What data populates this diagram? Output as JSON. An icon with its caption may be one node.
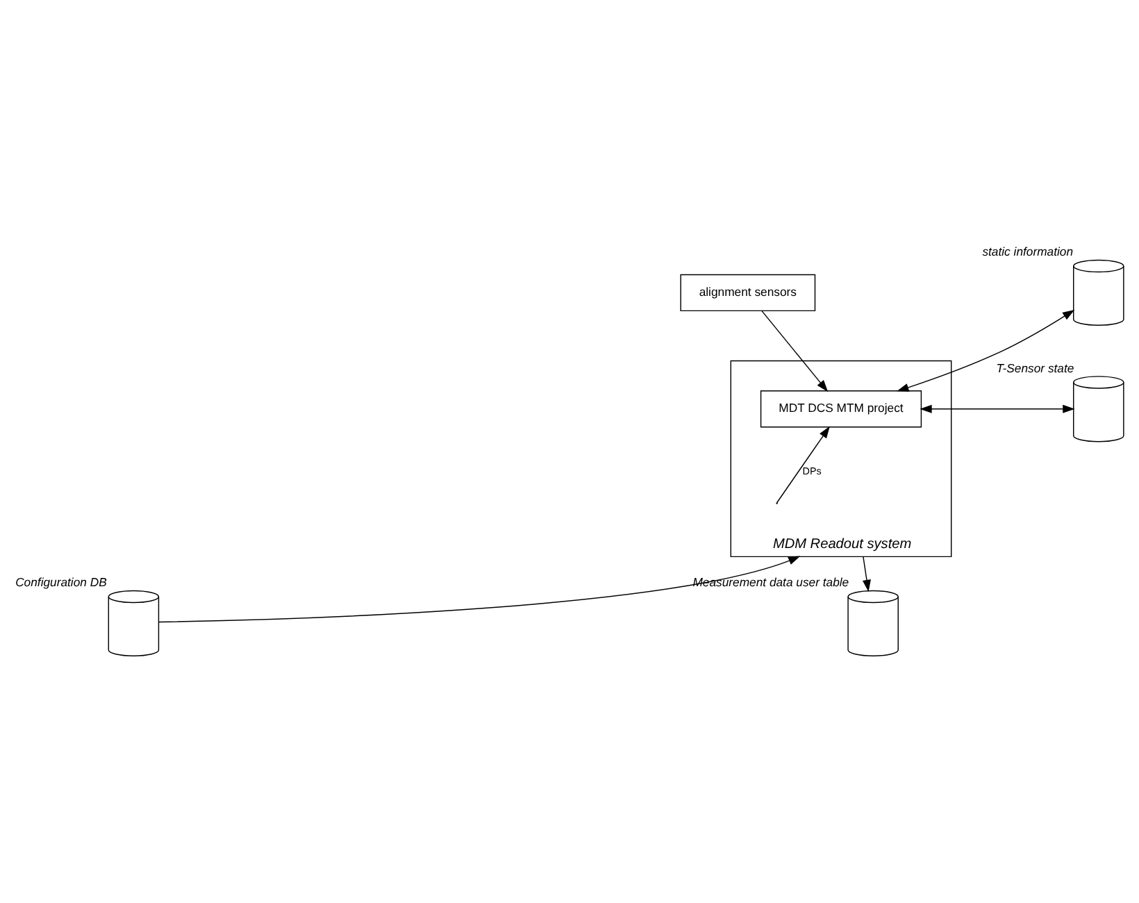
{
  "diagram": {
    "nodes": [
      {
        "text": [
          "alignment sensors"
        ]
      },
      {
        "text": [],
        "shape": "cylinder",
        "beside": [
          "static information"
        ]
      },
      {
        "text": [
          "MDM Readout system"
        ]
      },
      {
        "text": [
          "MDT DCS MTM project"
        ],
        "in": 2
      },
      {
        "text": [],
        "shape": "cylinder",
        "beside": [
          "T-Sensor state"
        ]
      },
      {
        "text": [],
        "shape": "cylinder",
        "beside": [
          "Measurement data user table"
        ]
      },
      {
        "text": [],
        "shape": "cylinder",
        "beside": [
          "Configuration DB"
        ]
      }
    ],
    "edges": [
      {
        "from": 0,
        "to": 3,
        "arrow": "to"
      },
      {
        "from": 3,
        "to": 1,
        "arrow": "both"
      },
      {
        "from": 3,
        "to": 4,
        "arrow": "both"
      },
      {
        "from": 2,
        "to": 5,
        "arrow": "to"
      },
      {
        "from": 6,
        "to": 2,
        "arrow": "to"
      },
      {
        "from": null,
        "to": 3,
        "arrow": "to",
        "label": "DPs"
      }
    ]
  }
}
